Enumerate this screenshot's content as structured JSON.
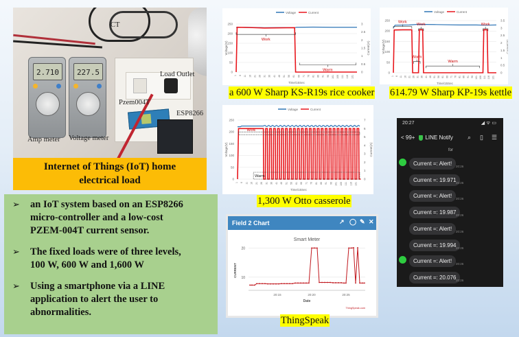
{
  "photo": {
    "labels": {
      "ct": "CT",
      "load_outlet": "Load Outlet",
      "pzem": "Pzem004T",
      "esp": "ESP8266",
      "amp_meter": "Amp meter",
      "voltage_meter": "Voltage meter"
    },
    "amp_meter_reading": "2.710",
    "voltage_meter_reading": "227.5",
    "caption_line1": "Internet of Things (IoT) home",
    "caption_line2": "electrical load"
  },
  "bullets": [
    {
      "icon": "arrow-bullet-icon",
      "lines": [
        "an IoT system based on an ESP8266",
        "micro-controller  and  a low-cost",
        "PZEM-004T  current  sensor."
      ]
    },
    {
      "icon": "arrow-bullet-icon",
      "lines": [
        "The  fixed loads were of three levels,",
        "100 W, 600 W and 1,600 W"
      ]
    },
    {
      "icon": "arrow-bullet-icon",
      "lines": [
        "Using  a smartphone  via a LINE",
        "application  to alert the user to",
        "abnormalities."
      ]
    }
  ],
  "bullet_glyph": "➢",
  "colors": {
    "voltage": "#2e75b6",
    "current": "#e8161c",
    "caption_highlight": "#ffff00",
    "photo_caption_bg": "#fcbc06",
    "bullets_bg": "#a8d08e",
    "thingspeak_header": "#3f86c0",
    "thingspeak_line": "#c0161c",
    "line_green": "#2ecc40"
  },
  "chart_data": [
    {
      "id": "rice-cooker",
      "type": "line",
      "caption": "a 600 W Sharp KS-R19s rice cooker",
      "title": "",
      "legend": [
        "Voltage",
        "Current"
      ],
      "legend_position": "top",
      "xlabel": "Time/15Sec",
      "ylabel": "Voltage(V)",
      "y2label": "Current(A)",
      "ylim": [
        0,
        250
      ],
      "y_ticks": [
        0,
        50,
        100,
        150,
        200,
        250
      ],
      "y2lim": [
        0,
        3
      ],
      "y2_ticks": [
        0,
        0.5,
        1,
        1.5,
        2,
        2.5,
        3
      ],
      "x_ticks": [
        1,
        6,
        11,
        16,
        21,
        26,
        31,
        36,
        41,
        46,
        51,
        56,
        61,
        66,
        71,
        76,
        81,
        86,
        91,
        96,
        101,
        106,
        111,
        116,
        121
      ],
      "x_range": [
        1,
        125
      ],
      "annotations": [
        {
          "text": "Work",
          "from": 1,
          "to": 62,
          "y": 2.35
        },
        {
          "text": "Warm",
          "from": 66,
          "to": 124,
          "y": 0.45
        }
      ],
      "series": [
        {
          "name": "Voltage",
          "axis": "left",
          "points": [
            [
              1,
              232
            ],
            [
              10,
              233
            ],
            [
              30,
              231
            ],
            [
              50,
              232
            ],
            [
              62,
              232
            ],
            [
              63,
              233
            ],
            [
              80,
              234
            ],
            [
              100,
              233
            ],
            [
              125,
              233
            ]
          ]
        },
        {
          "name": "Current",
          "axis": "right",
          "points": [
            [
              1,
              0
            ],
            [
              2,
              2.8
            ],
            [
              15,
              2.78
            ],
            [
              30,
              2.75
            ],
            [
              61,
              2.77
            ],
            [
              62,
              0
            ],
            [
              125,
              0
            ]
          ]
        }
      ]
    },
    {
      "id": "kettle",
      "type": "line",
      "caption": "614.79 W Sharp KP-19s kettle",
      "title": "",
      "legend": [
        "Voltage",
        "Current"
      ],
      "legend_position": "top",
      "xlabel": "Time/15Sec",
      "ylabel": "Voltage(V)",
      "y2label": "Current(A)",
      "ylim": [
        0,
        250
      ],
      "y_ticks": [
        0,
        50,
        100,
        150,
        200,
        250
      ],
      "y2lim": [
        0,
        3.5
      ],
      "y2_ticks": [
        0,
        0.5,
        1,
        1.5,
        2,
        2.5,
        3,
        3.5
      ],
      "x_ticks": [
        1,
        6,
        11,
        16,
        21,
        26,
        31,
        36,
        41,
        46,
        51,
        56,
        61,
        66,
        71,
        76,
        81,
        86,
        91,
        96,
        101,
        106,
        111,
        116,
        121
      ],
      "x_range": [
        1,
        124
      ],
      "annotations": [
        {
          "text": "Work",
          "from": 1,
          "to": 23,
          "y": 3.1,
          "label_pos": "above"
        },
        {
          "text": "Work",
          "from": 31,
          "to": 37,
          "y": 2.95,
          "label_pos": "above"
        },
        {
          "text": "Work",
          "from": 108,
          "to": 114,
          "y": 2.95,
          "label_pos": "above"
        },
        {
          "text": "Warm",
          "from": 25,
          "to": 33,
          "y": 0.75,
          "label_pos": "above"
        },
        {
          "text": "Warm",
          "from": 40,
          "to": 104,
          "y": 0.45,
          "label_pos": "above"
        }
      ],
      "series": [
        {
          "name": "Voltage",
          "axis": "left",
          "points": [
            [
              1,
              215
            ],
            [
              3,
              228
            ],
            [
              20,
              229
            ],
            [
              30,
              232
            ],
            [
              50,
              231
            ],
            [
              80,
              229
            ],
            [
              100,
              229
            ],
            [
              110,
              228
            ],
            [
              124,
              229
            ]
          ]
        },
        {
          "name": "Current",
          "axis": "right",
          "points": [
            [
              1,
              0
            ],
            [
              2,
              2.87
            ],
            [
              12,
              2.88
            ],
            [
              23,
              2.88
            ],
            [
              24,
              0
            ],
            [
              31,
              0
            ],
            [
              32,
              2.88
            ],
            [
              36,
              2.88
            ],
            [
              37,
              0
            ],
            [
              108,
              0
            ],
            [
              109,
              2.88
            ],
            [
              113,
              2.88
            ],
            [
              114,
              0
            ],
            [
              124,
              0
            ]
          ]
        }
      ]
    },
    {
      "id": "casserole",
      "type": "line",
      "caption": "1,300 W Otto casserole",
      "title": "",
      "legend": [
        "Voltage",
        "Current"
      ],
      "legend_position": "top",
      "xlabel": "Time/15Sec",
      "ylabel": "Voltage(V)",
      "y2label": "Current(A)",
      "ylim": [
        0,
        250
      ],
      "y_ticks": [
        0,
        50,
        100,
        150,
        200,
        250
      ],
      "y2lim": [
        0,
        7
      ],
      "y2_ticks": [
        0,
        1,
        2,
        3,
        4,
        5,
        6,
        7
      ],
      "x_ticks": [
        1,
        6,
        11,
        16,
        21,
        26,
        31,
        36,
        41,
        46,
        51,
        56,
        61,
        66,
        71,
        76,
        81,
        86,
        91,
        96,
        101,
        106,
        111,
        116,
        121
      ],
      "x_range": [
        1,
        124
      ],
      "annotations": [
        {
          "text": "Work",
          "from": 2,
          "to": 124,
          "y": 5.6,
          "style": "dashed-box"
        },
        {
          "text": "Warm",
          "from": 17,
          "to": 124,
          "y": 0.0,
          "style": "dashed-box"
        }
      ],
      "current_pattern": {
        "start_on": 2,
        "steady_until": 27,
        "on_level": 6.0,
        "period": 4,
        "off_level": 0
      },
      "series": [
        {
          "name": "Voltage",
          "axis": "left",
          "points": [
            [
              1,
              222
            ],
            [
              5,
              225
            ],
            [
              27,
              224
            ],
            [
              124,
              226
            ]
          ],
          "ripple": 3
        },
        {
          "name": "Current",
          "axis": "right",
          "generated": true
        }
      ]
    },
    {
      "id": "thingspeak",
      "type": "line",
      "widget_title": "Field 2 Chart",
      "title": "Smart Meter",
      "caption": "ThingSpeak",
      "xlabel": "Date",
      "ylabel": "CURRENT",
      "credit": "ThingSpeak.com",
      "y_ticks": [
        10,
        20
      ],
      "ylim": [
        5.5,
        21.5
      ],
      "x_ticks": [
        "20:15",
        "20:20",
        "20:25"
      ],
      "x_range_minutes": [
        10.8,
        27.8
      ],
      "series": [
        {
          "name": "Current",
          "points": [
            [
              11.0,
              7.3
            ],
            [
              11.3,
              7.3
            ],
            [
              11.7,
              7.3
            ],
            [
              12.0,
              7.8
            ],
            [
              12.4,
              7.8
            ],
            [
              12.8,
              7.8
            ],
            [
              13.2,
              7.8
            ],
            [
              13.6,
              7.7
            ],
            [
              14.0,
              7.7
            ],
            [
              14.4,
              7.7
            ],
            [
              14.8,
              7.7
            ],
            [
              15.2,
              7.7
            ],
            [
              15.6,
              7.8
            ],
            [
              16.0,
              7.8
            ],
            [
              16.4,
              7.8
            ],
            [
              16.8,
              7.8
            ],
            [
              17.2,
              7.8
            ],
            [
              17.6,
              8.0
            ],
            [
              18.0,
              8.0
            ],
            [
              18.4,
              8.0
            ],
            [
              18.8,
              8.0
            ],
            [
              19.2,
              8.0
            ],
            [
              19.6,
              8.0
            ],
            [
              20.0,
              20.0
            ],
            [
              20.4,
              20.0
            ],
            [
              20.8,
              20.0
            ],
            [
              21.1,
              8.2
            ],
            [
              21.5,
              8.2
            ],
            [
              21.9,
              8.2
            ],
            [
              22.3,
              8.2
            ],
            [
              22.7,
              8.2
            ],
            [
              23.1,
              8.1
            ],
            [
              23.5,
              8.1
            ],
            [
              23.9,
              8.1
            ],
            [
              24.3,
              8.1
            ],
            [
              24.7,
              8.0
            ],
            [
              25.0,
              8.0
            ],
            [
              25.4,
              20.0
            ],
            [
              25.8,
              20.0
            ],
            [
              26.1,
              20.1
            ],
            [
              26.4,
              8.0
            ],
            [
              26.7,
              20.1
            ],
            [
              27.0,
              8.0
            ],
            [
              27.4,
              8.0
            ],
            [
              27.7,
              8.0
            ]
          ]
        }
      ]
    }
  ],
  "thingspeak_widget": {
    "title": "Field 2 Chart",
    "icons": [
      "external-link-icon",
      "comment-icon",
      "edit-pencil-icon",
      "close-icon"
    ],
    "icon_glyphs": [
      "↗",
      "◯",
      "✎",
      "✕"
    ]
  },
  "phone": {
    "status_time": "20:27",
    "status_icons": "◢ ᯤ ▭",
    "back_label": "< 99+",
    "chat_title": "LINE Notify",
    "date_divider": "for",
    "header_icons": [
      "search-icon",
      "notes-icon",
      "menu-icon"
    ],
    "header_glyphs": [
      "⌕",
      "▯",
      "☰"
    ],
    "messages": [
      {
        "text": "Current =: Alert!",
        "time": "20:26",
        "avatar": true
      },
      {
        "text": "Current =: 19.971",
        "time": "20:26",
        "avatar": false
      },
      {
        "text": "Current =: Alert!",
        "time": "20:26",
        "avatar": false
      },
      {
        "text": "Current =: 19.987",
        "time": "20:26",
        "avatar": false
      },
      {
        "text": "Current =: Alert!",
        "time": "20:26",
        "avatar": false
      },
      {
        "text": "Current =: 19.994",
        "time": "20:26",
        "avatar": false
      },
      {
        "text": "Current =: Alert!",
        "time": "20:26",
        "avatar": true
      },
      {
        "text": "Current =: 20.076",
        "time": "20:26",
        "avatar": false
      }
    ]
  }
}
